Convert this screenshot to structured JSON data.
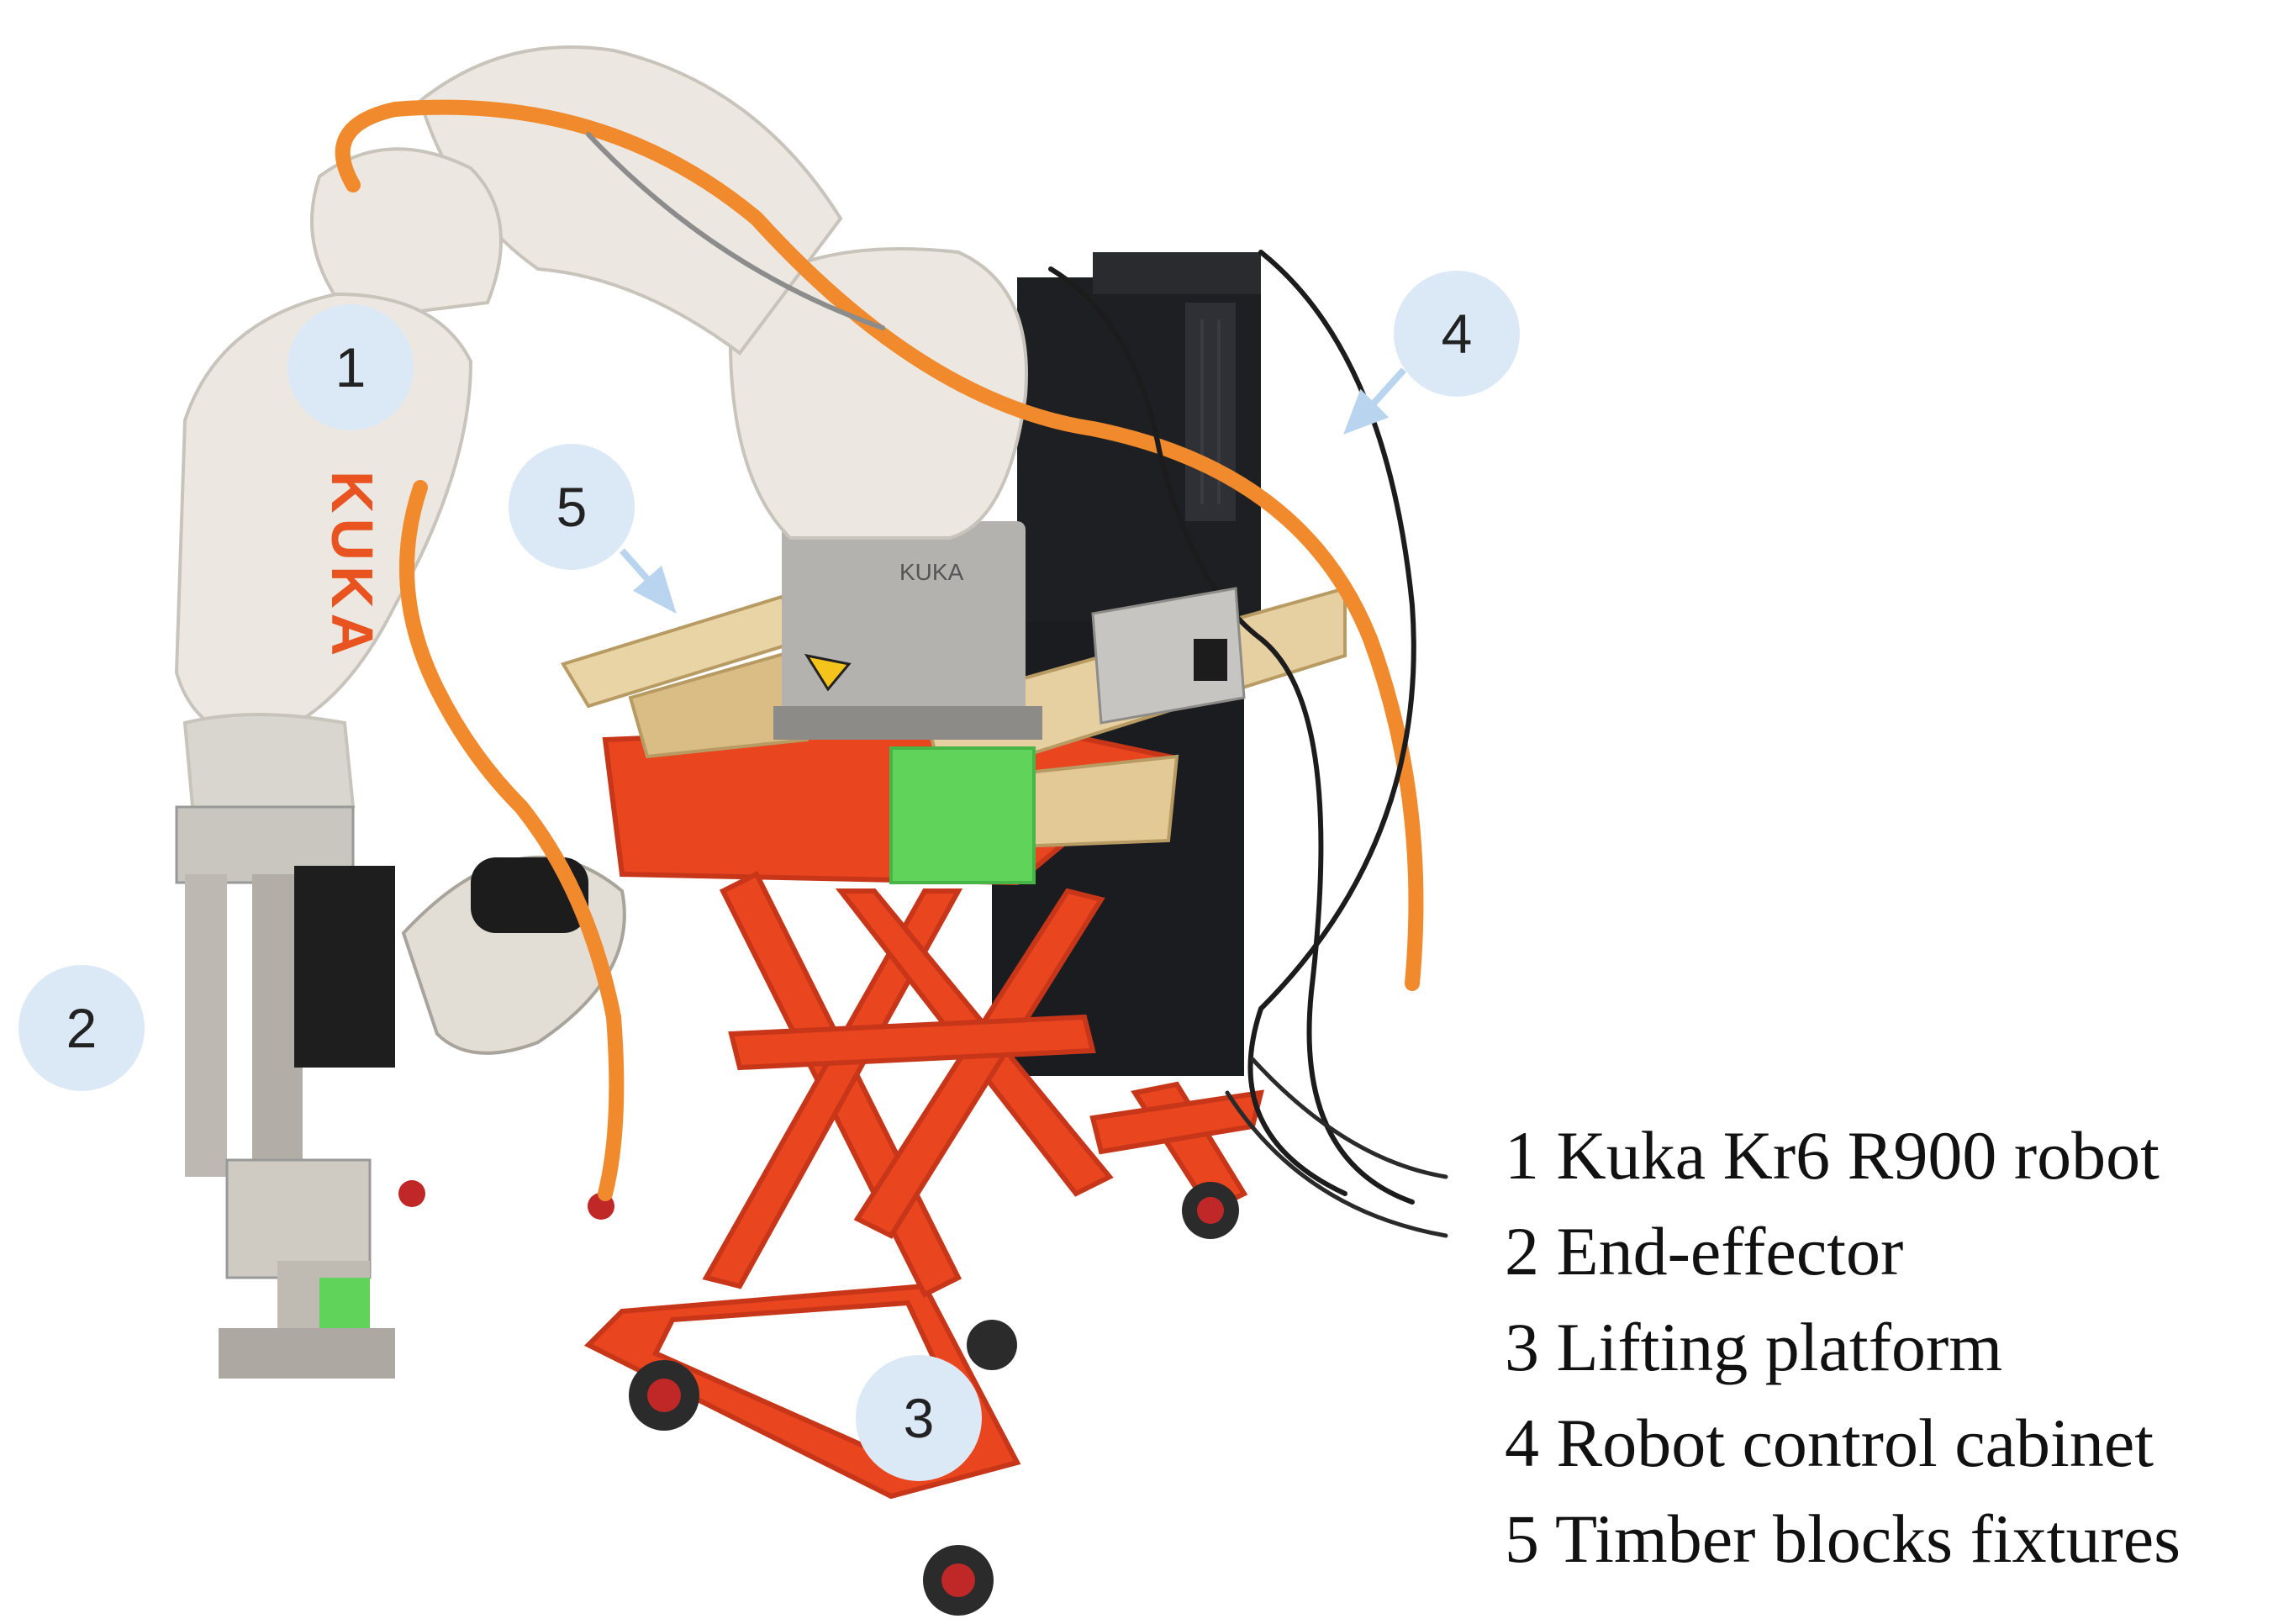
{
  "robot_brand": "KUKA",
  "base_brand": "KUKA",
  "callouts": [
    {
      "number": "1"
    },
    {
      "number": "2"
    },
    {
      "number": "3"
    },
    {
      "number": "4"
    },
    {
      "number": "5"
    }
  ],
  "legend": [
    {
      "text": "1 Kuka Kr6 R900 robot"
    },
    {
      "text": "2 End-effector"
    },
    {
      "text": "3 Lifting platform"
    },
    {
      "text": "4 Robot control cabinet"
    },
    {
      "text": "5 Timber blocks fixtures"
    }
  ],
  "colors": {
    "callout_fill": "#dbe9f7",
    "robot_body": "#ece8e1",
    "cable": "#f08a2c",
    "lift_platform": "#e9451f",
    "cabinet": "#1e1f22",
    "timber": "#e9d4a6",
    "tape": "#5fd35a",
    "base": "#b4b2ae"
  }
}
